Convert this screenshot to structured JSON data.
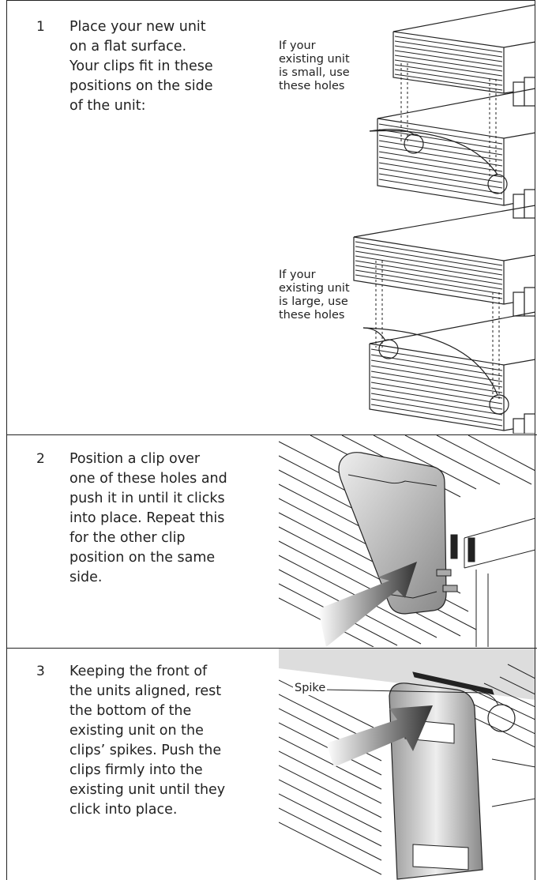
{
  "steps": [
    {
      "number": "1",
      "lines": [
        "Place your new unit",
        "on a flat surface.",
        "Your clips fit in these",
        "positions on the side",
        "of the unit:"
      ],
      "callouts": [
        {
          "lines": [
            "If your",
            "existing unit",
            "is small, use",
            "these holes"
          ]
        },
        {
          "lines": [
            "If your",
            "existing unit",
            "is large, use",
            "these holes"
          ]
        }
      ]
    },
    {
      "number": "2",
      "lines": [
        "Position a clip over",
        "one of these holes and",
        "push it in until it clicks",
        "into place. Repeat this",
        "for the other clip",
        "position on the same",
        "side."
      ]
    },
    {
      "number": "3",
      "lines": [
        "Keeping the front of",
        "the units aligned, rest",
        "the bottom of the",
        "existing unit on the",
        "clips’ spikes. Push the",
        "clips firmly into the",
        "existing unit until they",
        "click into place."
      ],
      "callouts": [
        {
          "lines": [
            "Spike"
          ]
        }
      ]
    }
  ]
}
